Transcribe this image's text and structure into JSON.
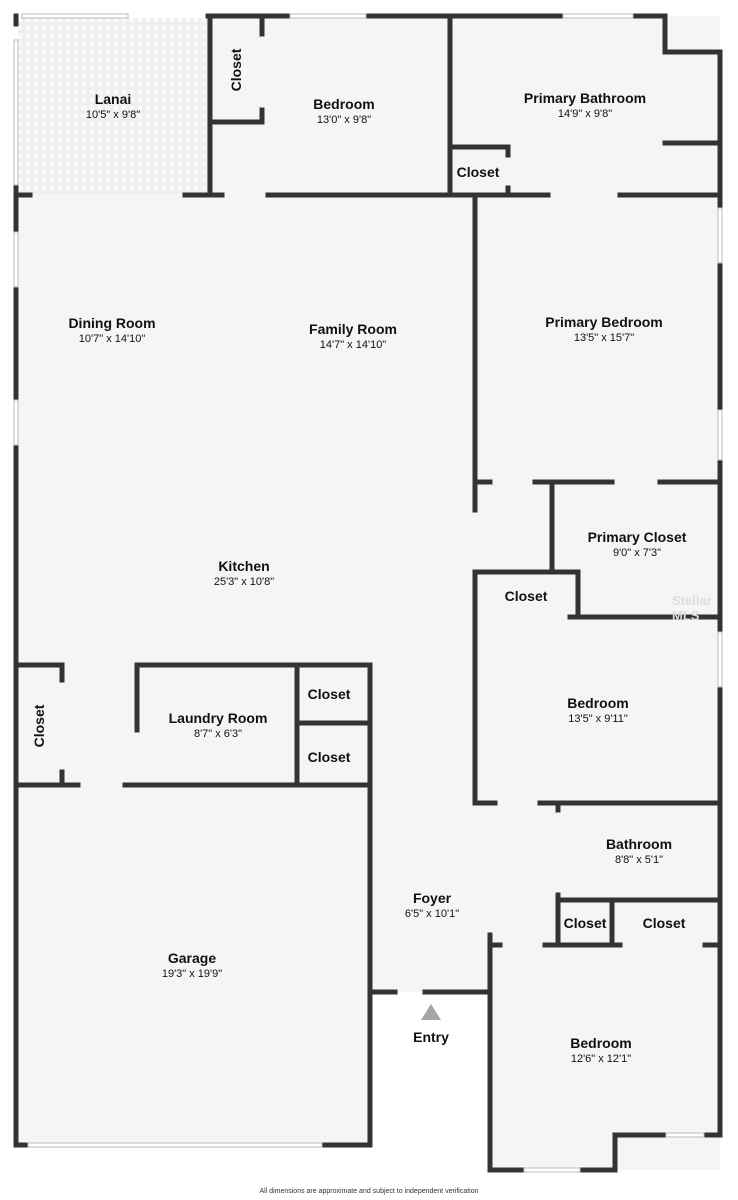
{
  "rooms": {
    "lanai": {
      "name": "Lanai",
      "dims": "10'5\" x 9'8\""
    },
    "bedroom_top": {
      "name": "Bedroom",
      "dims": "13'0\" x 9'8\""
    },
    "closet_top": {
      "name": "Closet"
    },
    "primary_bathroom": {
      "name": "Primary Bathroom",
      "dims": "14'9\" x 9'8\""
    },
    "closet_bath": {
      "name": "Closet"
    },
    "dining_room": {
      "name": "Dining Room",
      "dims": "10'7\" x 14'10\""
    },
    "family_room": {
      "name": "Family Room",
      "dims": "14'7\" x 14'10\""
    },
    "primary_bedroom": {
      "name": "Primary Bedroom",
      "dims": "13'5\" x 15'7\""
    },
    "primary_closet": {
      "name": "Primary Closet",
      "dims": "9'0\" x 7'3\""
    },
    "closet_mid": {
      "name": "Closet"
    },
    "kitchen": {
      "name": "Kitchen",
      "dims": "25'3\" x 10'8\""
    },
    "bedroom_mid": {
      "name": "Bedroom",
      "dims": "13'5\" x 9'11\""
    },
    "closet_left": {
      "name": "Closet"
    },
    "laundry_room": {
      "name": "Laundry Room",
      "dims": "8'7\" x 6'3\""
    },
    "closet_laundry_1": {
      "name": "Closet"
    },
    "closet_laundry_2": {
      "name": "Closet"
    },
    "bathroom": {
      "name": "Bathroom",
      "dims": "8'8\" x 5'1\""
    },
    "foyer": {
      "name": "Foyer",
      "dims": "6'5\" x 10'1\""
    },
    "closet_small": {
      "name": "Closet"
    },
    "closet_right": {
      "name": "Closet"
    },
    "garage": {
      "name": "Garage",
      "dims": "19'3\" x 19'9\""
    },
    "bedroom_bottom": {
      "name": "Bedroom",
      "dims": "12'6\" x 12'1\""
    }
  },
  "entry": {
    "label": "Entry"
  },
  "footer": "All dimensions are approximate and subject to independent verification",
  "watermark": "Stellar MLS",
  "colors": {
    "wall": "#333333",
    "floor": "#f5f5f5",
    "entry_arrow": "#a6a6a6"
  }
}
